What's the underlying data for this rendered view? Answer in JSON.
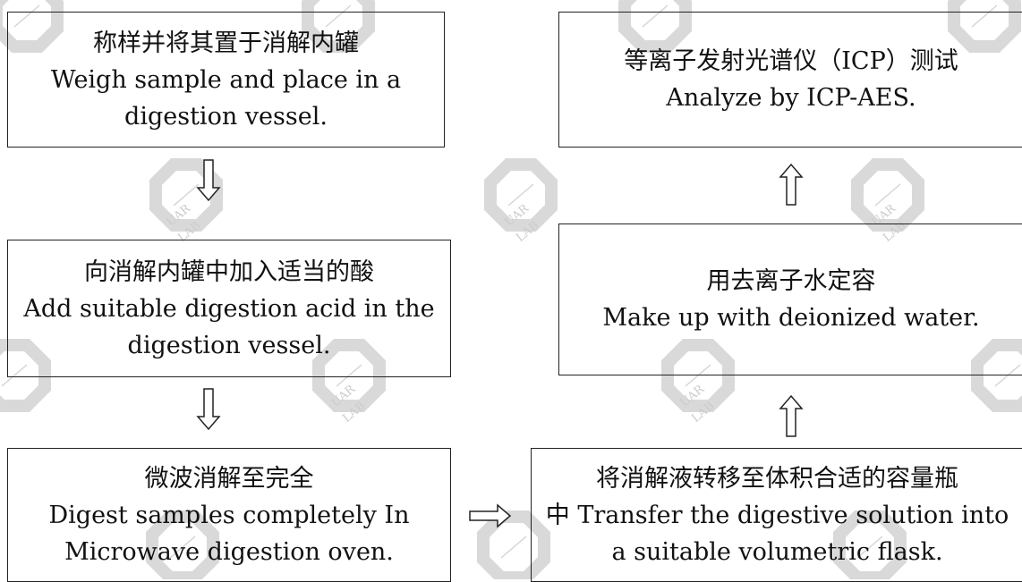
{
  "watermark": {
    "text_top": "UAR",
    "text_bottom": "LAB",
    "color": "#d9d9d9"
  },
  "steps": {
    "step1": {
      "line1": "称样并将其置于消解内罐",
      "line2": "Weigh sample and place in a",
      "line3": "digestion vessel."
    },
    "step2": {
      "line1": "向消解内罐中加入适当的酸",
      "line2": "Add suitable digestion acid in the",
      "line3": "digestion vessel."
    },
    "step3": {
      "line1": "微波消解至完全",
      "line2": "Digest samples completely In",
      "line3": "Microwave digestion oven."
    },
    "step4": {
      "line1": "将消解液转移至体积合适的容量瓶",
      "line2": "中 Transfer the digestive solution into",
      "line3": "a suitable volumetric flask."
    },
    "step5": {
      "line1": "用去离子水定容",
      "line2": "Make up with deionized water."
    },
    "step6": {
      "line1": "等离子发射光谱仪（ICP）测试",
      "line2": "Analyze by ICP-AES."
    }
  },
  "arrows": {
    "step1_to_step2": "down-arrow-icon",
    "step2_to_step3": "down-arrow-icon",
    "step3_to_step4": "right-arrow-icon",
    "step4_to_step5": "up-arrow-icon",
    "step5_to_step6": "up-arrow-icon"
  }
}
